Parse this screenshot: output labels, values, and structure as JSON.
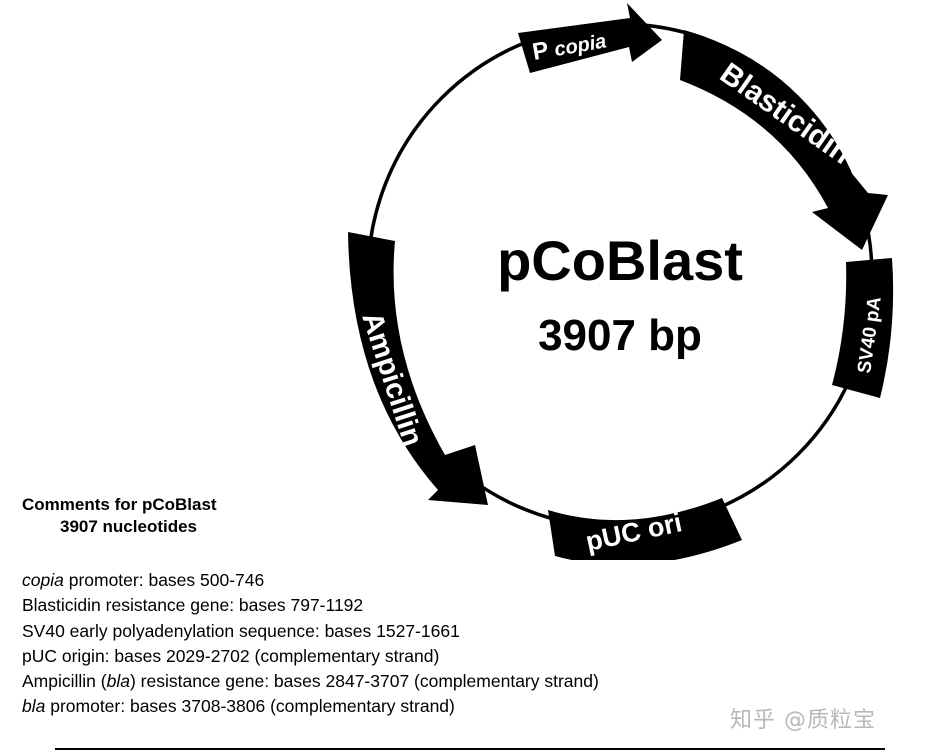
{
  "plasmid": {
    "name": "pCoBlast",
    "size": "3907 bp"
  },
  "features": [
    {
      "id": "pcopia",
      "label_main": "P",
      "label_sub": "copia"
    },
    {
      "id": "blasticidin",
      "label": "Blasticidin"
    },
    {
      "id": "sv40pa",
      "label": "SV40 pA"
    },
    {
      "id": "puc-ori",
      "label": "pUC ori"
    },
    {
      "id": "ampicillin",
      "label": "Ampicillin"
    }
  ],
  "comments": {
    "heading_line1": "Comments for pCoBlast",
    "heading_line2": "3907 nucleotides",
    "rows": [
      {
        "italic": "copia",
        "text": " promoter: bases 500-746"
      },
      {
        "text": "Blasticidin resistance gene: bases 797-1192"
      },
      {
        "text": "SV40 early polyadenylation sequence: bases 1527-1661"
      },
      {
        "text": "pUC origin: bases 2029-2702 (complementary strand)"
      },
      {
        "pre": "Ampicillin (",
        "italic": "bla",
        "text": ") resistance gene: bases 2847-3707 (complementary strand)"
      },
      {
        "italic": "bla",
        "text": " promoter: bases 3708-3806 (complementary strand)"
      }
    ]
  },
  "watermark": "知乎 @质粒宝"
}
